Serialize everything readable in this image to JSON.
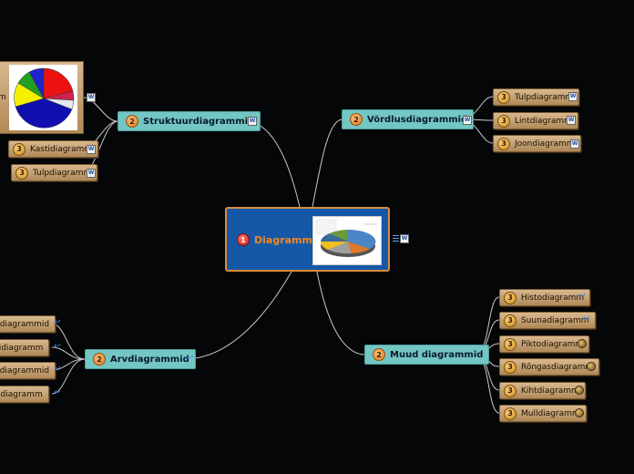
{
  "central": {
    "level": "1",
    "label": "Diagramm"
  },
  "struktuur": {
    "level": "2",
    "label": "Struktuurdiagrammid",
    "children": [
      {
        "level": "3",
        "label": "Kastidiagramm"
      },
      {
        "level": "3",
        "label": "Tulpdiagramm"
      }
    ],
    "image_clipped_label": "m"
  },
  "vordlus": {
    "level": "2",
    "label": "Võrdlusdiagrammid",
    "children": [
      {
        "level": "3",
        "label": "Tulpdiagramm"
      },
      {
        "level": "3",
        "label": "Lintdiagramm"
      },
      {
        "level": "3",
        "label": "Joondiagramm"
      }
    ]
  },
  "arv": {
    "level": "2",
    "label": "Arvdiagrammid",
    "children": [
      {
        "label": "sdiagrammid"
      },
      {
        "label": "ridiagramm"
      },
      {
        "label": "sdiagrammid"
      },
      {
        "label": "adiagramm"
      }
    ]
  },
  "muud": {
    "level": "2",
    "label": "Muud diagrammid",
    "children": [
      {
        "level": "3",
        "label": "Histodiagramm"
      },
      {
        "level": "3",
        "label": "Suunadiagramm"
      },
      {
        "level": "3",
        "label": "Piktodiagramm"
      },
      {
        "level": "3",
        "label": "Rõngasdiagramm"
      },
      {
        "level": "3",
        "label": "Kihtdiagramm"
      },
      {
        "level": "3",
        "label": "Mulldiagramm"
      }
    ]
  },
  "icons": {
    "word_doc": "word-doc-icon",
    "hyperlink": "link-icon",
    "web": "globe-icon",
    "notes": "notes-list-icon"
  },
  "colors": {
    "background": "#050608",
    "central_fill": "#1757a8",
    "central_border": "#d98a3a",
    "main_topic": "#73c6c2",
    "subtopic": "#c9a475",
    "connector": "#c8c8c8"
  }
}
